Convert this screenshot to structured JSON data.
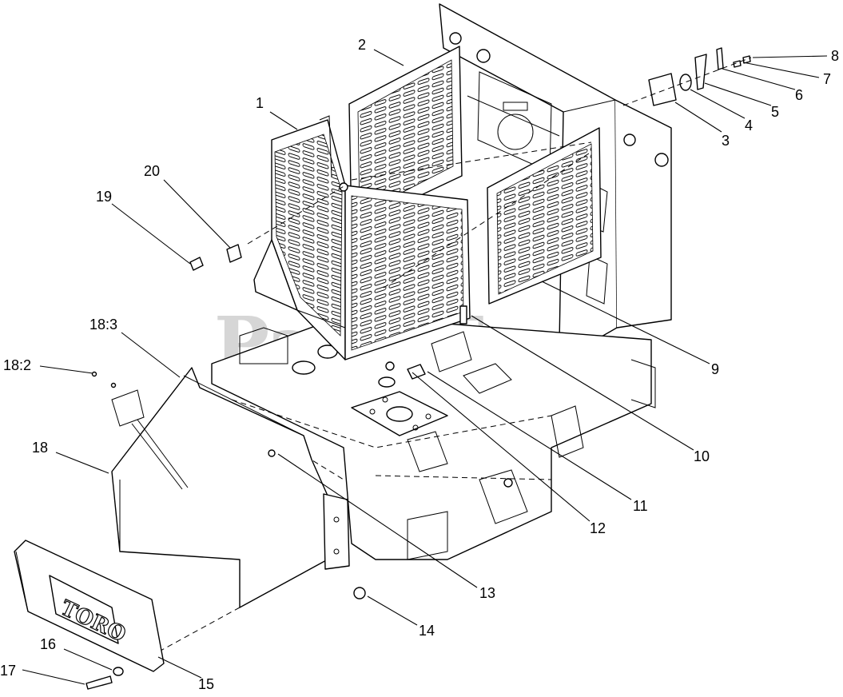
{
  "watermark": "PartsTree",
  "logo_text": "TORO",
  "callouts": [
    "1",
    "2",
    "3",
    "4",
    "5",
    "6",
    "7",
    "8",
    "9",
    "10",
    "11",
    "12",
    "13",
    "14",
    "15",
    "16",
    "17",
    "18",
    "18:2",
    "18:3",
    "19",
    "20"
  ]
}
